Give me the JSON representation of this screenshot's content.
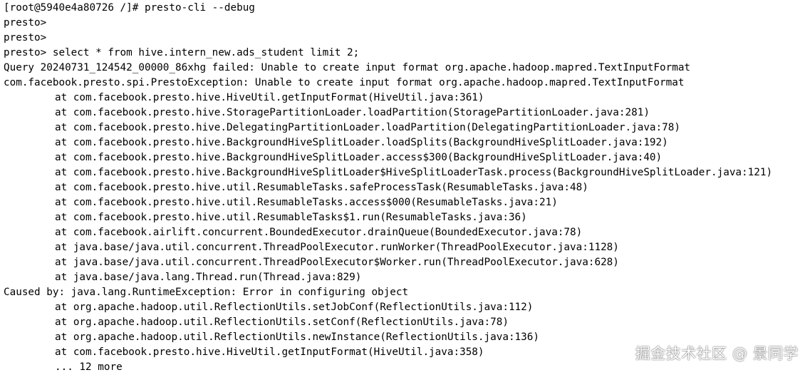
{
  "terminal": {
    "lines": [
      {
        "text": "[root@5940e4a80726 /]# presto-cli --debug",
        "indent": false
      },
      {
        "text": "presto>",
        "indent": false
      },
      {
        "text": "presto>",
        "indent": false
      },
      {
        "text": "presto> select * from hive.intern_new.ads_student limit 2;",
        "indent": false
      },
      {
        "text": "Query 20240731_124542_00000_86xhg failed: Unable to create input format org.apache.hadoop.mapred.TextInputFormat",
        "indent": false
      },
      {
        "text": "com.facebook.presto.spi.PrestoException: Unable to create input format org.apache.hadoop.mapred.TextInputFormat",
        "indent": false
      },
      {
        "text": "at com.facebook.presto.hive.HiveUtil.getInputFormat(HiveUtil.java:361)",
        "indent": true
      },
      {
        "text": "at com.facebook.presto.hive.StoragePartitionLoader.loadPartition(StoragePartitionLoader.java:281)",
        "indent": true
      },
      {
        "text": "at com.facebook.presto.hive.DelegatingPartitionLoader.loadPartition(DelegatingPartitionLoader.java:78)",
        "indent": true
      },
      {
        "text": "at com.facebook.presto.hive.BackgroundHiveSplitLoader.loadSplits(BackgroundHiveSplitLoader.java:192)",
        "indent": true
      },
      {
        "text": "at com.facebook.presto.hive.BackgroundHiveSplitLoader.access$300(BackgroundHiveSplitLoader.java:40)",
        "indent": true
      },
      {
        "text": "at com.facebook.presto.hive.BackgroundHiveSplitLoader$HiveSplitLoaderTask.process(BackgroundHiveSplitLoader.java:121)",
        "indent": true
      },
      {
        "text": "at com.facebook.presto.hive.util.ResumableTasks.safeProcessTask(ResumableTasks.java:48)",
        "indent": true
      },
      {
        "text": "at com.facebook.presto.hive.util.ResumableTasks.access$000(ResumableTasks.java:21)",
        "indent": true
      },
      {
        "text": "at com.facebook.presto.hive.util.ResumableTasks$1.run(ResumableTasks.java:36)",
        "indent": true
      },
      {
        "text": "at com.facebook.airlift.concurrent.BoundedExecutor.drainQueue(BoundedExecutor.java:78)",
        "indent": true
      },
      {
        "text": "at java.base/java.util.concurrent.ThreadPoolExecutor.runWorker(ThreadPoolExecutor.java:1128)",
        "indent": true
      },
      {
        "text": "at java.base/java.util.concurrent.ThreadPoolExecutor$Worker.run(ThreadPoolExecutor.java:628)",
        "indent": true
      },
      {
        "text": "at java.base/java.lang.Thread.run(Thread.java:829)",
        "indent": true
      },
      {
        "text": "Caused by: java.lang.RuntimeException: Error in configuring object",
        "indent": false
      },
      {
        "text": "at org.apache.hadoop.util.ReflectionUtils.setJobConf(ReflectionUtils.java:112)",
        "indent": true
      },
      {
        "text": "at org.apache.hadoop.util.ReflectionUtils.setConf(ReflectionUtils.java:78)",
        "indent": true
      },
      {
        "text": "at org.apache.hadoop.util.ReflectionUtils.newInstance(ReflectionUtils.java:136)",
        "indent": true
      },
      {
        "text": "at com.facebook.presto.hive.HiveUtil.getInputFormat(HiveUtil.java:358)",
        "indent": true
      },
      {
        "text": "... 12 more",
        "indent": true
      }
    ]
  },
  "watermark": {
    "text": "掘金技术社区 @ 景同学"
  },
  "colors": {
    "background": "#ffffff",
    "text": "#000000"
  }
}
